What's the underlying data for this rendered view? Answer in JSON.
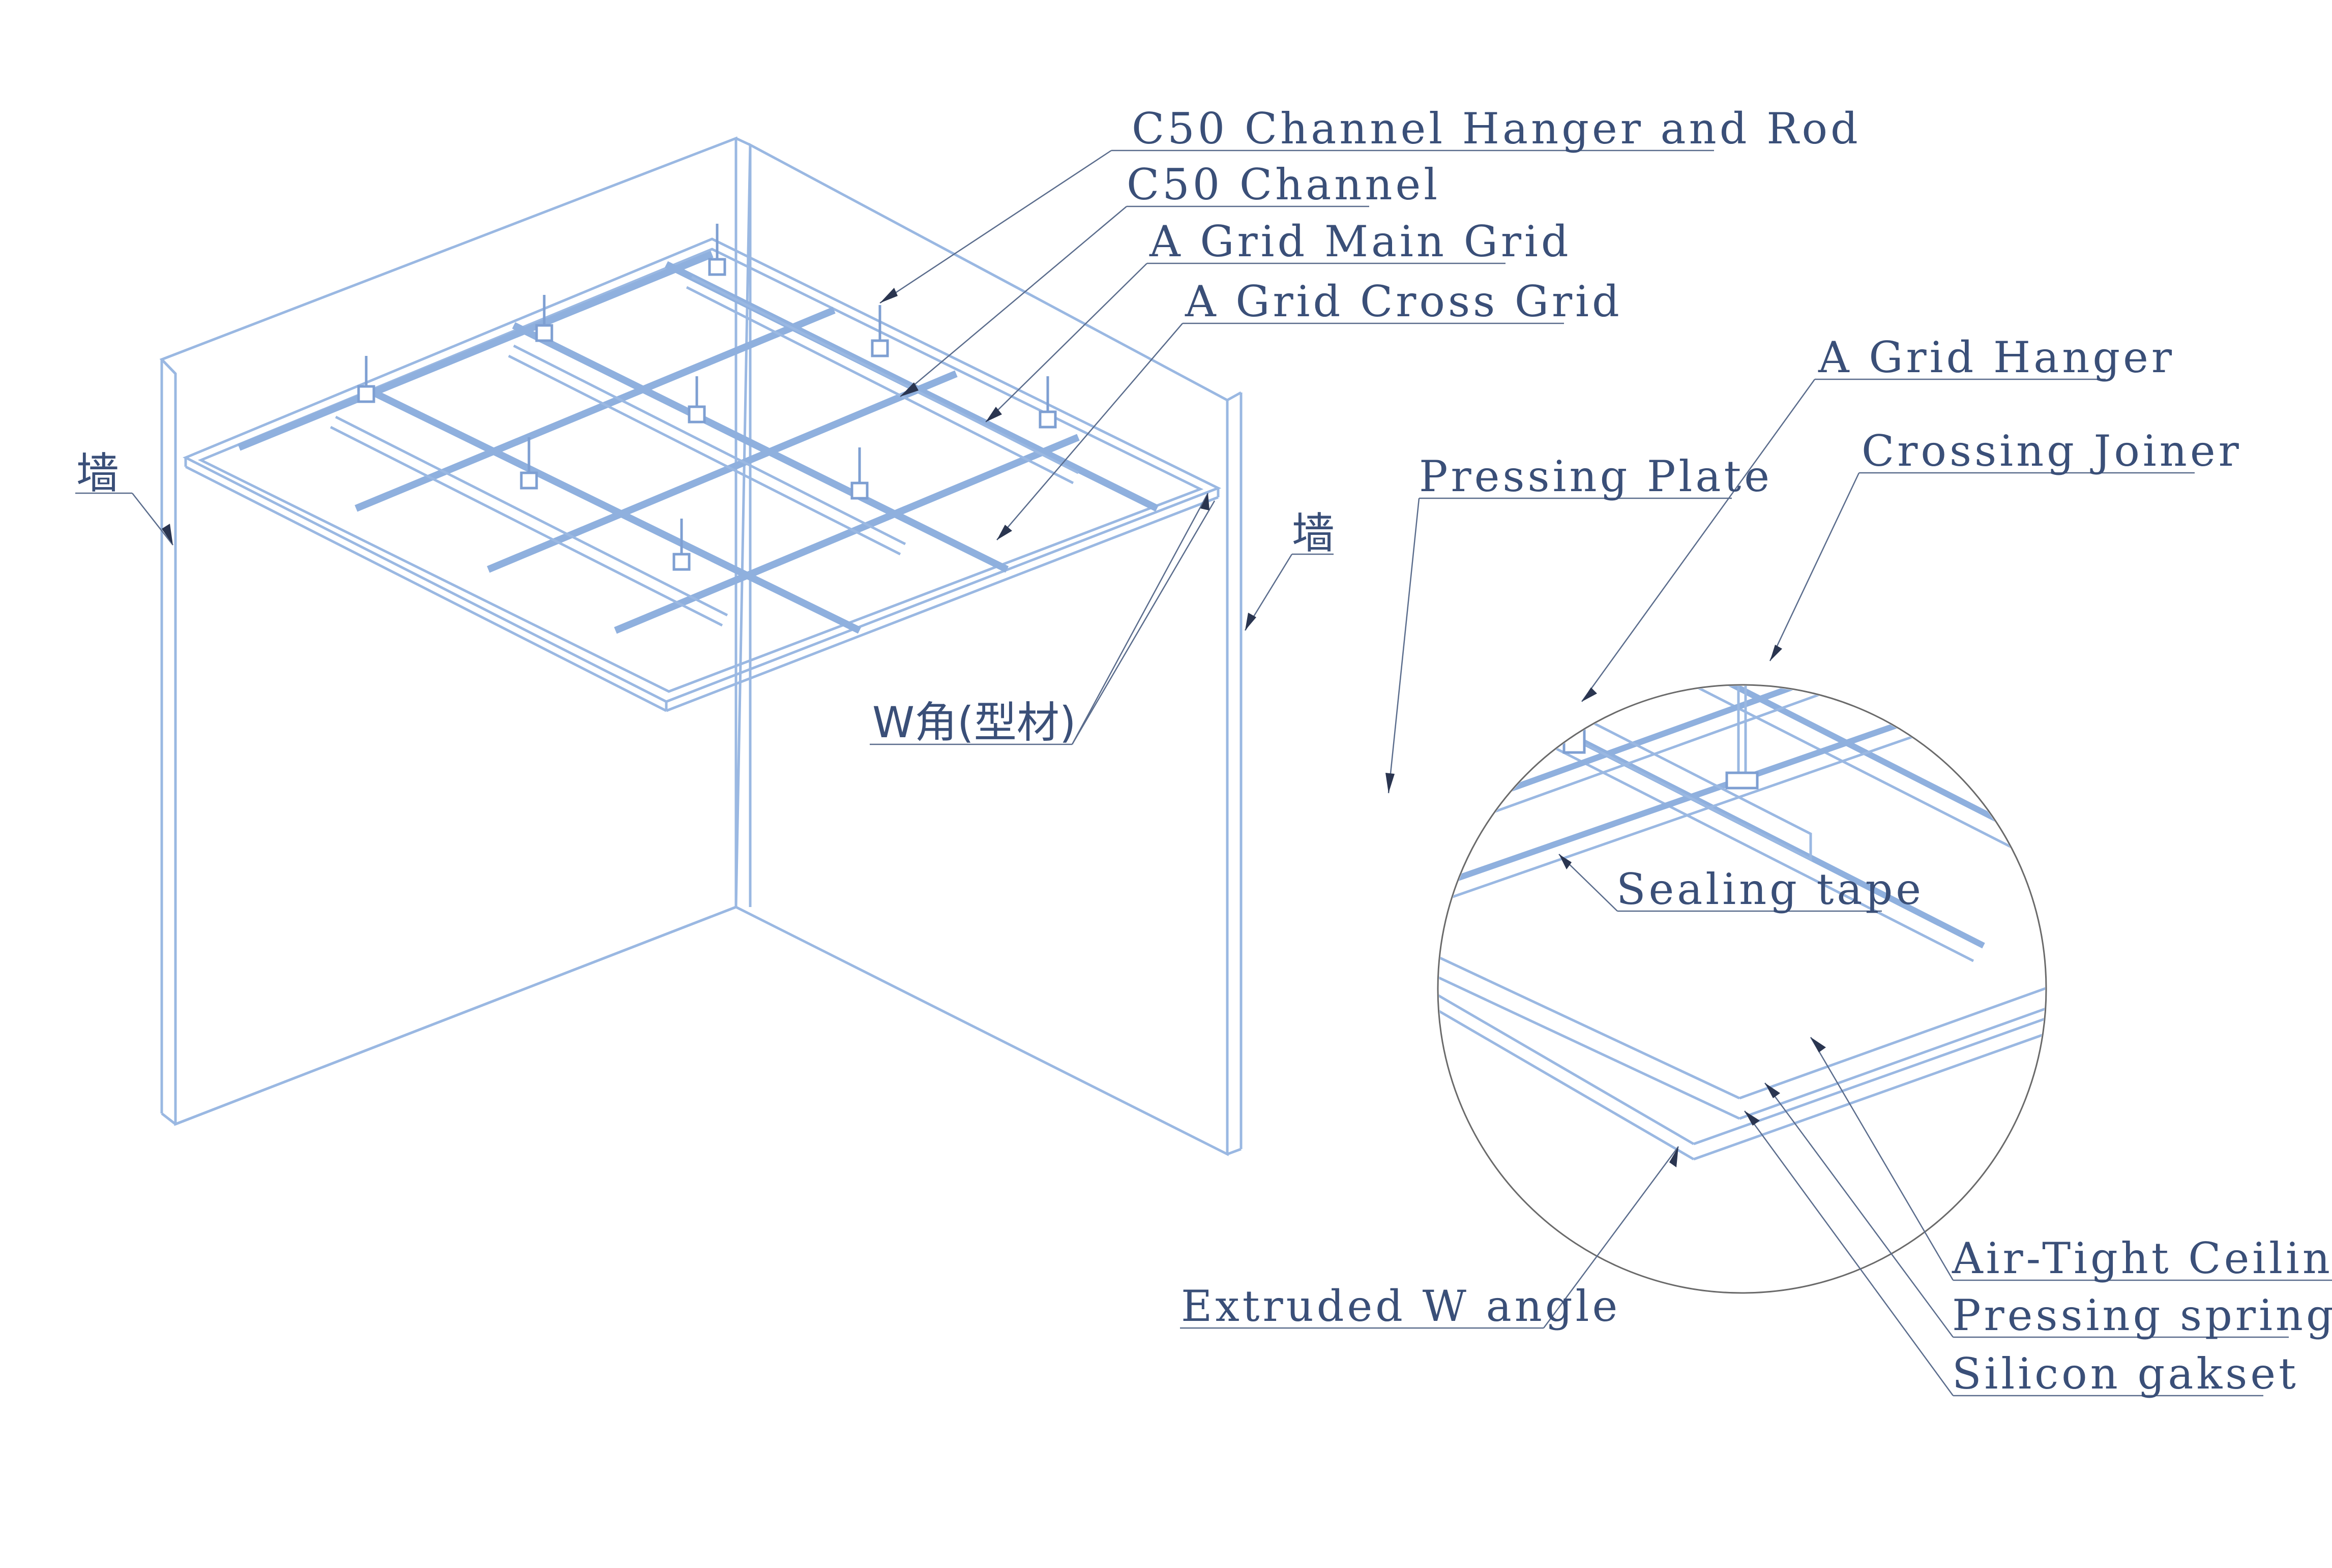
{
  "labels": {
    "c50_hanger_rod": "C50 Channel Hanger and Rod",
    "c50_channel": "C50 Channel",
    "main_grid": "A Grid Main Grid",
    "cross_grid": "A Grid Cross Grid",
    "wall_left": "墙",
    "wall_right": "墙",
    "w_angle_profile": "W角(型材)",
    "a_grid_hanger": "A Grid Hanger",
    "crossing_joiner": "Crossing Joiner",
    "pressing_plate": "Pressing Plate",
    "sealing_tape": "Sealing tape",
    "air_tight_ceiling": "Air-Tight Ceiling",
    "pressing_spring": "Pressing spring",
    "silicon_gasket": "Silicon gakset",
    "extruded_w_angle": "Extruded W angle"
  },
  "colors": {
    "line": "#9ab8e2",
    "grid": "#8fb0de",
    "text": "#3a4f78",
    "leader": "#5a6c8c"
  }
}
